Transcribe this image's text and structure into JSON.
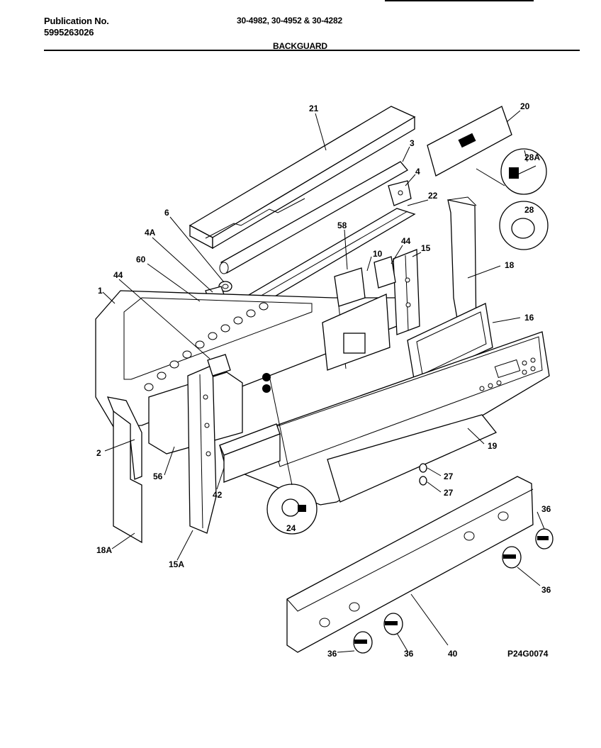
{
  "header": {
    "publication_label": "Publication No.",
    "publication_number": "5995263026",
    "models": "30-4982, 30-4952 & 30-4282",
    "section_title": "BACKGUARD"
  },
  "callouts": {
    "p21": "21",
    "p20": "20",
    "p3": "3",
    "p4": "4",
    "p28a": "28A",
    "p22": "22",
    "p6": "6",
    "p4a": "4A",
    "p28": "28",
    "p58": "58",
    "p44b": "44",
    "p15": "15",
    "p10": "10",
    "p60": "60",
    "p18": "18",
    "p44a": "44",
    "p1": "1",
    "p16": "16",
    "p2": "2",
    "p19": "19",
    "p56": "56",
    "p42": "42",
    "p27a": "27",
    "p27b": "27",
    "p24": "24",
    "p36a": "36",
    "p18a": "18A",
    "p15a": "15A",
    "p36b": "36",
    "p40": "40",
    "p36c": "36",
    "p36d": "36"
  },
  "figure_code": "P24G0074"
}
